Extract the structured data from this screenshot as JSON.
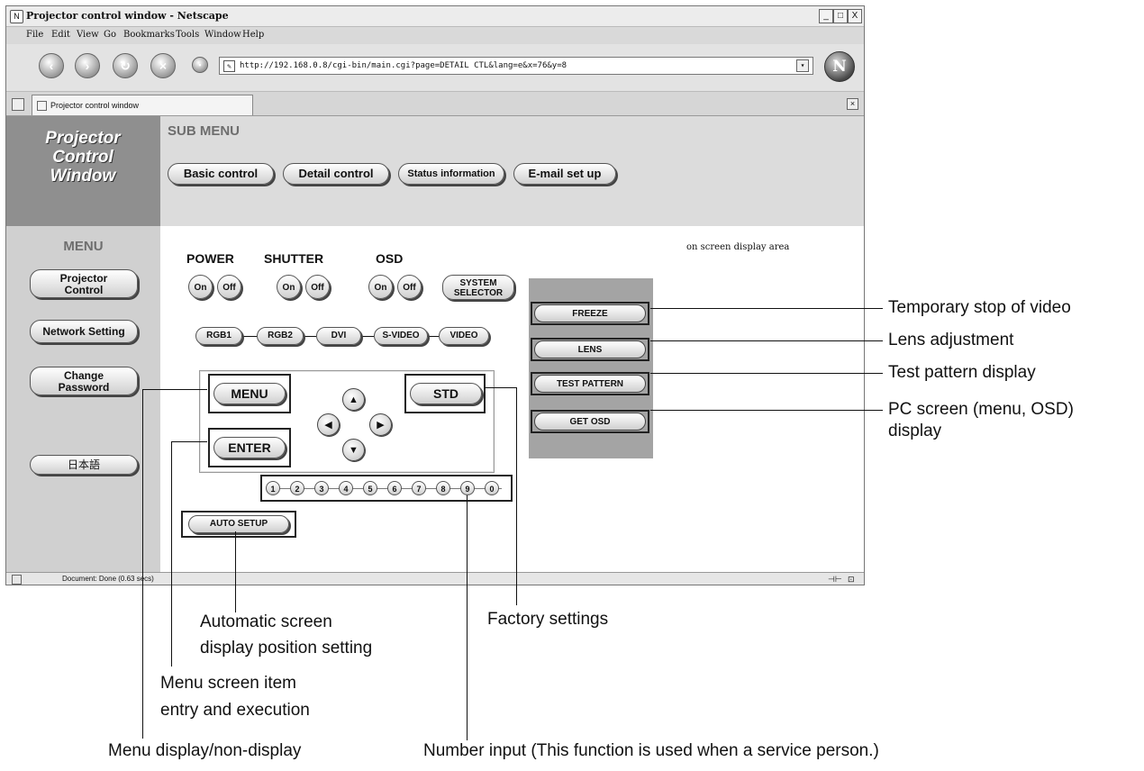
{
  "browser": {
    "window_title": "Projector control window - Netscape",
    "menu": [
      "File",
      "Edit",
      "View",
      "Go",
      "Bookmarks",
      "Tools",
      "Window",
      "Help"
    ],
    "url": "http://192.168.0.8/cgi-bin/main.cgi?page=DETAIL CTL&lang=e&x=76&y=8",
    "tab_title": "Projector control window",
    "status_text": "Document: Done (0.63 secs)",
    "window_buttons": [
      "_",
      "□",
      "X"
    ]
  },
  "page": {
    "logo_text": "Projector\nControl\nWindow",
    "submenu": {
      "title": "SUB MENU",
      "buttons": [
        "Basic control",
        "Detail control",
        "Status information",
        "E-mail set up"
      ]
    },
    "menu": {
      "title": "MENU",
      "buttons": [
        "Projector\nControl",
        "Network Setting",
        "Change\nPassword",
        "日本語"
      ]
    },
    "groups": {
      "power": {
        "label": "POWER",
        "on": "On",
        "off": "Off"
      },
      "shutter": {
        "label": "SHUTTER",
        "on": "On",
        "off": "Off"
      },
      "osd": {
        "label": "OSD",
        "on": "On",
        "off": "Off"
      },
      "system_selector": "SYSTEM\nSELECTOR"
    },
    "inputs": [
      "RGB1",
      "RGB2",
      "DVI",
      "S-VIDEO",
      "VIDEO"
    ],
    "menu_button": "MENU",
    "std_button": "STD",
    "enter_button": "ENTER",
    "arrows": {
      "up": "▲",
      "down": "▼",
      "left": "◀",
      "right": "▶"
    },
    "numbers": [
      "1",
      "2",
      "3",
      "4",
      "5",
      "6",
      "7",
      "8",
      "9",
      "0"
    ],
    "auto_setup": "AUTO SETUP",
    "osd_area_label": "on screen display area",
    "osd_buttons": [
      "FREEZE",
      "LENS",
      "TEST PATTERN",
      "GET OSD"
    ]
  },
  "annotations": {
    "freeze": "Temporary stop of video",
    "lens": "Lens adjustment",
    "test_pattern": "Test pattern display",
    "get_osd": "PC screen (menu, OSD)\ndisplay",
    "auto_setup": "Automatic screen\ndisplay position setting",
    "factory": "Factory settings",
    "enter": "Menu screen item\nentry and execution",
    "menu": "Menu display/non-display",
    "number": "Number input (This function is used when a service person.)"
  }
}
